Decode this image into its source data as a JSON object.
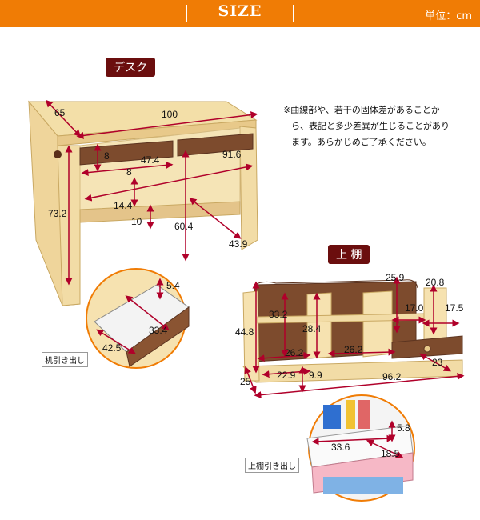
{
  "header": {
    "title": "SIZE",
    "unit": "単位：cm"
  },
  "sections": {
    "desk": "デスク",
    "shelf": "上 棚"
  },
  "note": {
    "line1": "※曲線部や、若干の固体差があることか",
    "line2": "ら、表記と多少差異が生じることがあり",
    "line3": "ます。あらかじめご了承ください。"
  },
  "labels": {
    "desk_drawer": "机引き出し",
    "shelf_drawer": "上棚引き出し"
  },
  "desk_dims": {
    "depth": "65",
    "width": "100",
    "drawer_h": "8",
    "drawer_w": "47.4",
    "inner_w": "91.6",
    "drawer_gap": "8",
    "height": "73.2",
    "bar_gap": "14.4",
    "bar_h": "10",
    "leg_h": "60.4",
    "side_depth": "43.9"
  },
  "desk_drawer_dims": {
    "h": "5.4",
    "d": "33.4",
    "w": "42.5"
  },
  "shelf_dims": {
    "right_h": "25.9",
    "right_w": "20.8",
    "height": "44.8",
    "inner_h": "33.2",
    "mid_h": "28.4",
    "cell_w1": "17.0",
    "cell_w2": "17.5",
    "bay_w1": "26.2",
    "bay_w2": "26.2",
    "depth": "25",
    "bottom_w": "22.9",
    "bottom_h": "9.9",
    "width": "96.2",
    "drawer_depth": "23"
  },
  "shelf_drawer_dims": {
    "h": "5.8",
    "w": "33.6",
    "d": "18.5"
  }
}
